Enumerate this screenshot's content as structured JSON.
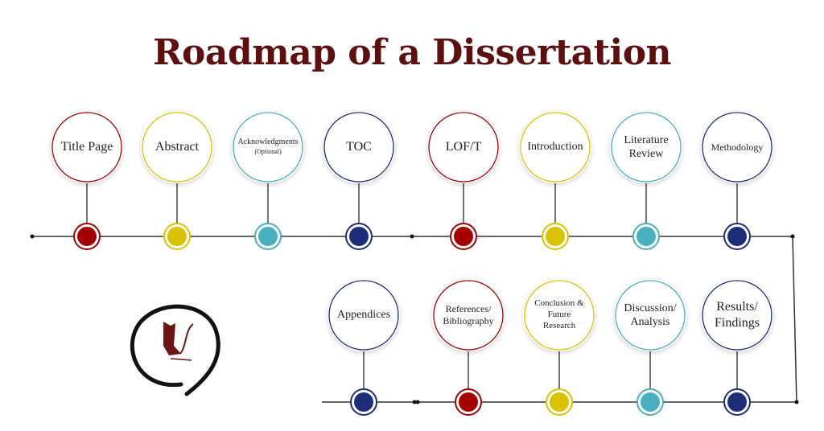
{
  "title": "Roadmap of a Dissertation",
  "colors": {
    "title": "#5c1010",
    "red": "#a50000",
    "yellow": "#d9c300",
    "teal": "#4aafbf",
    "navy": "#1e2d7a"
  },
  "logo_icon": "ink-circle-logo",
  "top_row": [
    {
      "label": "Title Page",
      "color": "red",
      "size": 16
    },
    {
      "label": "Abstract",
      "color": "yellow",
      "size": 16
    },
    {
      "label": "Acknowledgments",
      "sub": "(Optional)",
      "color": "teal",
      "size": 10
    },
    {
      "label": "TOC",
      "color": "navy",
      "size": 16
    },
    {
      "label": "LOF/T",
      "color": "red",
      "size": 16
    },
    {
      "label": "Introduction",
      "color": "yellow",
      "size": 14
    },
    {
      "label": "Literature\nReview",
      "color": "teal",
      "size": 14
    },
    {
      "label": "Methodology",
      "color": "navy",
      "size": 12
    }
  ],
  "bottom_row": [
    {
      "label": "Appendices",
      "color": "navy",
      "size": 14
    },
    {
      "label": "References/\nBibliography",
      "color": "red",
      "size": 12
    },
    {
      "label": "Conclusion &\nFuture\nResearch",
      "color": "yellow",
      "size": 11
    },
    {
      "label": "Discussion/\nAnalysis",
      "color": "teal",
      "size": 14
    },
    {
      "label": "Results/\nFindings",
      "color": "navy",
      "size": 16
    }
  ]
}
